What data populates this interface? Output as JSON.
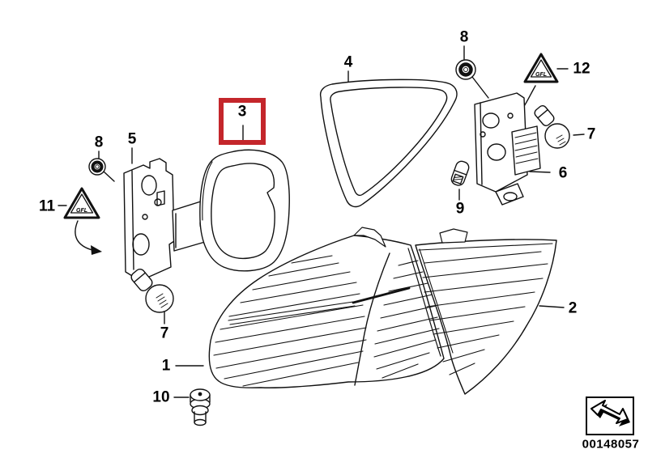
{
  "diagram": {
    "subject": "rear-light-exploded-parts-diagram",
    "background_color": "#ffffff",
    "line_color": "#000000",
    "highlight_color": "#c4262b",
    "image_number": "00148057",
    "warning_triangle_text": "GFL",
    "callouts": {
      "c1": "1",
      "c2": "2",
      "c3": "3",
      "c4": "4",
      "c5": "5",
      "c6": "6",
      "c7_left": "7",
      "c7_right": "7",
      "c8_left": "8",
      "c8_right": "8",
      "c9": "9",
      "c10": "10",
      "c11": "11",
      "c12": "12"
    }
  }
}
